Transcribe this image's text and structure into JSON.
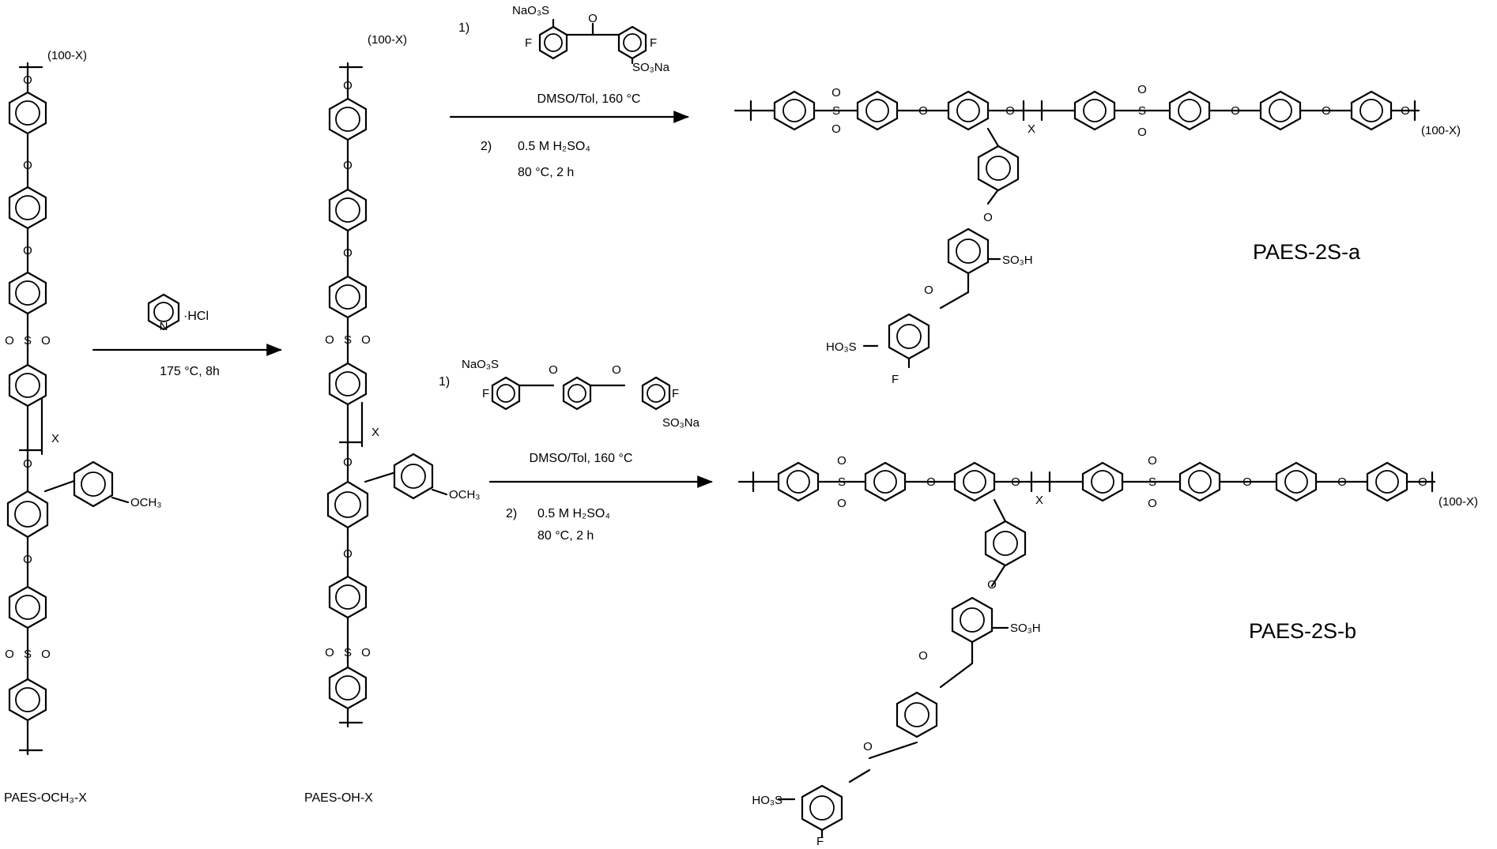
{
  "compounds": {
    "start": "PAES-OCH₃-X",
    "intermediate": "PAES-OH-X",
    "product_a": "PAES-2S-a",
    "product_b": "PAES-2S-b"
  },
  "step1": {
    "reagent": "·HCl",
    "pyridine_n": "N",
    "conditions": "175 °C, 8h"
  },
  "step2a": {
    "step1_label": "1)",
    "reagent_top": "NaO₃S",
    "reagent_f1": "F",
    "reagent_o": "O",
    "reagent_f2": "F",
    "reagent_bottom": "SO₃Na",
    "conditions1": "DMSO/Tol, 160 °C",
    "step2_label": "2)",
    "conditions2": "0.5 M H₂SO₄",
    "conditions3": "80 °C, 2 h"
  },
  "step2b": {
    "step1_label": "1)",
    "reagent_top": "NaO₃S",
    "reagent_f1": "F",
    "reagent_o1": "O",
    "reagent_o2": "O",
    "reagent_f2": "F",
    "reagent_bottom": "SO₃Na",
    "conditions1": "DMSO/Tol, 160 °C",
    "step2_label": "2)",
    "conditions2": "0.5 M H₂SO₄",
    "conditions3": "80 °C, 2 h"
  },
  "atoms": {
    "o": "O",
    "s": "S",
    "f": "F",
    "methoxy": "OCH₃",
    "sulfonic": "SO₃H",
    "sulfonic_left": "HO₃S",
    "x": "X",
    "rep": "(100-X)"
  }
}
